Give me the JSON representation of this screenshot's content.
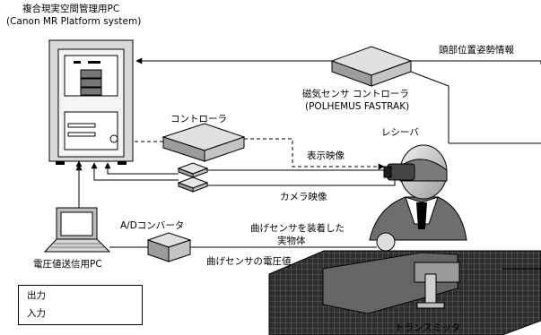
{
  "labels": {
    "pc_title": "複合現実空間管理用PC",
    "pc_subtitle": "(Canon MR Platform system)",
    "head_pose": "頭部位置姿勢情報",
    "mag_controller": "磁気センサ コントローラ",
    "fastrak": "(POLHEMUS FASTRAK)",
    "receiver": "レシーバ",
    "controller": "コントローラ",
    "display_video": "表示映像",
    "camera_video": "カメラ映像",
    "bend_sensor_object": "曲げセンサを装着した",
    "bend_sensor_object_2": "実物体",
    "ad_converter": "A/Dコンバータ",
    "voltage_pc": "電圧値送信用PC",
    "bend_voltage": "曲げセンサの電圧値",
    "transmitter": "トランスミッタ"
  },
  "legend": {
    "output": "出力",
    "input": "入力"
  },
  "colors": {
    "device_gray": "#bdbdbd",
    "dark_gray": "#555555",
    "table_dark": "#2e2e2e",
    "line": "#000000"
  }
}
